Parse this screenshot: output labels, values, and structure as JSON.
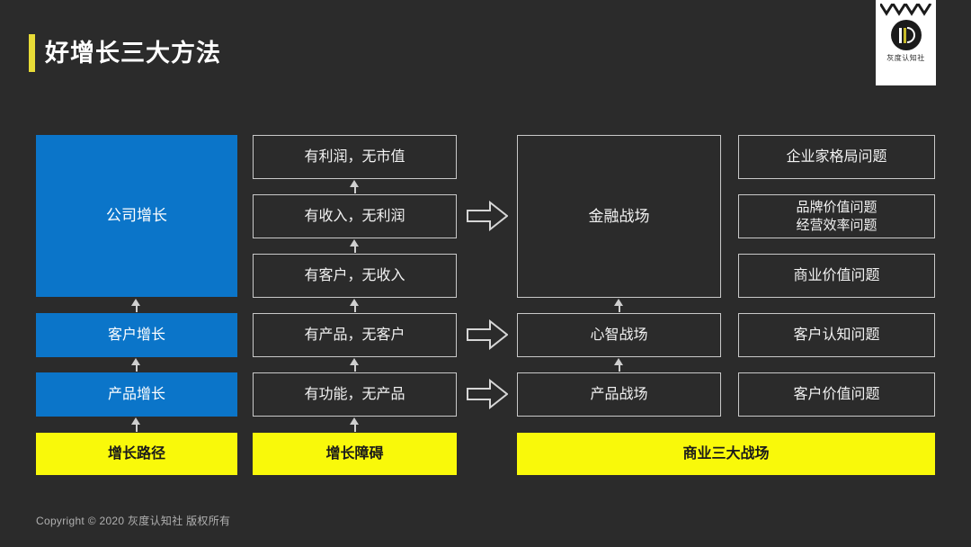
{
  "slide": {
    "title": "好增长三大方法",
    "accent_color": "#e8dc37",
    "background_color": "#2b2b2b",
    "blue_color": "#0b75c9",
    "yellow_color": "#f9f90a",
    "outline_color": "#c9c9c9",
    "footer": "Copyright © 2020 灰度认知社 版权所有"
  },
  "logo": {
    "name": "灰度认知社",
    "icon": "circle-d-logo"
  },
  "columns": {
    "growth_path": {
      "header": "增长路径",
      "items": [
        {
          "label": "公司增长",
          "style": "blue"
        },
        {
          "label": "客户增长",
          "style": "blue"
        },
        {
          "label": "产品增长",
          "style": "blue"
        }
      ]
    },
    "growth_obstacle": {
      "header": "增长障碍",
      "items": [
        {
          "label": "有利润，无市值"
        },
        {
          "label": "有收入，无利润"
        },
        {
          "label": "有客户，无收入"
        },
        {
          "label": "有产品，无客户"
        },
        {
          "label": "有功能，无产品"
        }
      ]
    },
    "battlefields": {
      "header": "商业三大战场",
      "items": [
        {
          "label": "金融战场"
        },
        {
          "label": "心智战场"
        },
        {
          "label": "产品战场"
        }
      ]
    },
    "problems": {
      "items": [
        {
          "label": "企业家格局问题"
        },
        {
          "label": "品牌价值问题\n经营效率问题"
        },
        {
          "label": "商业价值问题"
        },
        {
          "label": "客户认知问题"
        },
        {
          "label": "客户价值问题"
        }
      ]
    }
  }
}
